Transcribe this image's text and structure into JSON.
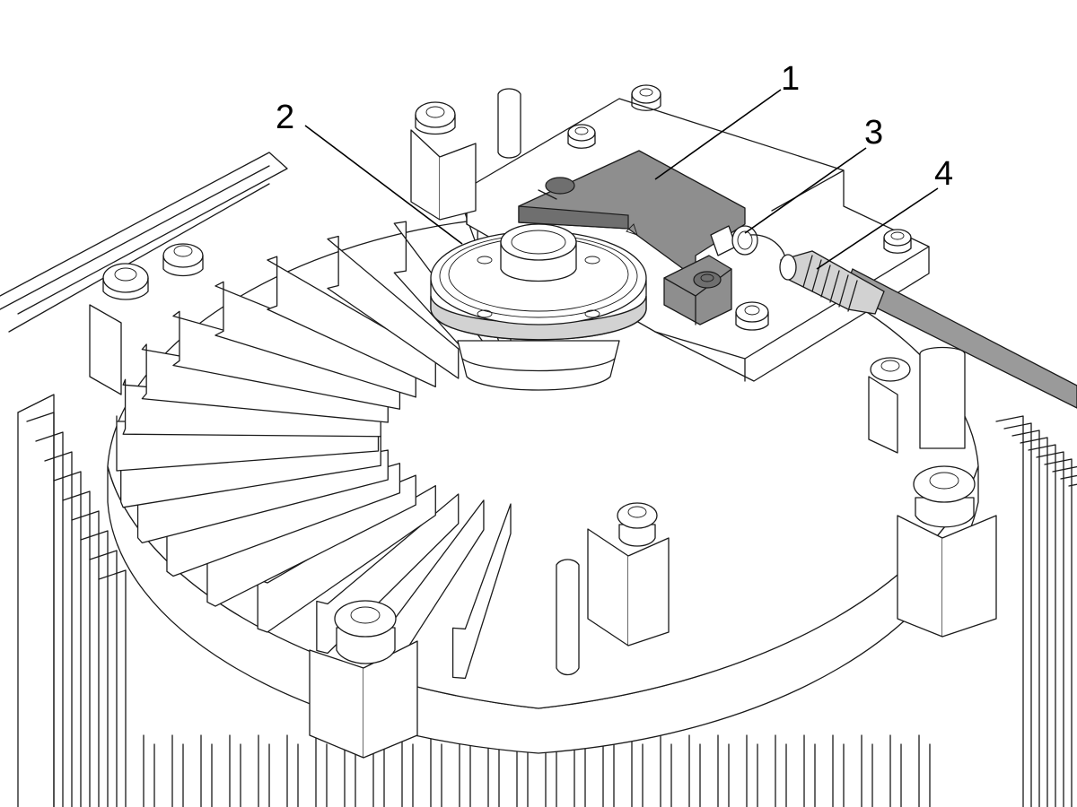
{
  "callouts": {
    "c1": "1",
    "c2": "2",
    "c3": "3",
    "c4": "4"
  },
  "colors": {
    "line": "#1a1a1a",
    "sensor_body": "#8e8e8e",
    "ring_band": "#d2d2d2",
    "cable": "#9a9a9a",
    "background": "#ffffff"
  }
}
